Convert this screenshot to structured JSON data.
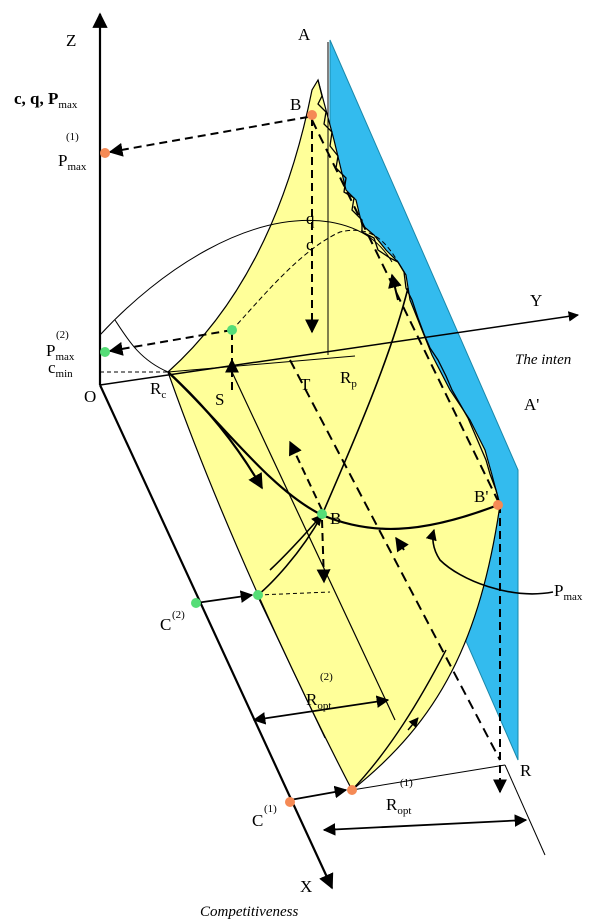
{
  "axes": {
    "z": "Z",
    "y": "Y",
    "x": "X",
    "origin": "O",
    "z_quantities": "c, q, P",
    "z_quantities_sub": "max"
  },
  "points": {
    "A": "A",
    "A_prime": "A'",
    "B_top": "B",
    "B_mid": "B",
    "B_right": "B'",
    "R": "R",
    "S": "S",
    "T": "T",
    "Rc": "R",
    "Rc_sub": "c",
    "Rp": "R",
    "Rp_sub": "p"
  },
  "curves": {
    "q": "q",
    "c": "c"
  },
  "z_axis_labels": {
    "pmax1_main": "P",
    "pmax1_sub": "max",
    "pmax1_sup": "(1)",
    "pmax2_main": "P",
    "pmax2_sub": "max",
    "pmax2_sup": "(2)",
    "cmin_main": "c",
    "cmin_sub": "min"
  },
  "x_axis_labels": {
    "c2_main": "C",
    "c2_sup": "(2)",
    "c1_main": "C",
    "c1_sup": "(1)"
  },
  "dimensions": {
    "ropt2_main": "R",
    "ropt2_sub": "opt",
    "ropt2_sup": "(2)",
    "ropt1_main": "R",
    "ropt1_sub": "opt",
    "ropt1_sup": "(1)"
  },
  "pmax_curve_label": {
    "main": "P",
    "sub": "max"
  },
  "y_axis_caption": "The inten",
  "x_axis_caption": "Competitiveness",
  "colors": {
    "surface": "#ffff99",
    "plane": "#33bbee",
    "orange_point": "#f58a55",
    "green_point": "#55dd77"
  }
}
